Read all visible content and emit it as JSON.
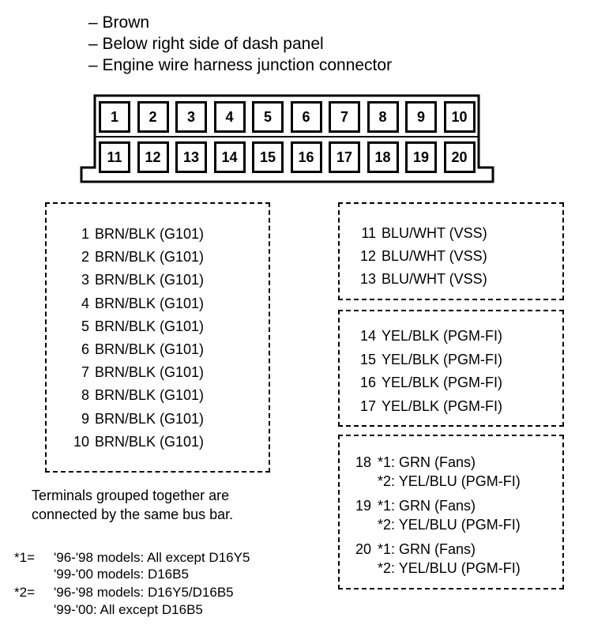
{
  "header": {
    "lines": [
      "– Brown",
      "– Below right side of dash panel",
      "– Engine wire harness junction connector"
    ]
  },
  "connector": {
    "top_row": [
      "1",
      "2",
      "3",
      "4",
      "5",
      "6",
      "7",
      "8",
      "9",
      "10"
    ],
    "bottom_row": [
      "11",
      "12",
      "13",
      "14",
      "15",
      "16",
      "17",
      "18",
      "19",
      "20"
    ]
  },
  "left_box": {
    "rows": [
      {
        "num": "1",
        "text": "BRN/BLK (G101)"
      },
      {
        "num": "2",
        "text": "BRN/BLK (G101)"
      },
      {
        "num": "3",
        "text": "BRN/BLK (G101)"
      },
      {
        "num": "4",
        "text": "BRN/BLK (G101)"
      },
      {
        "num": "5",
        "text": "BRN/BLK (G101)"
      },
      {
        "num": "6",
        "text": "BRN/BLK (G101)"
      },
      {
        "num": "7",
        "text": "BRN/BLK (G101)"
      },
      {
        "num": "8",
        "text": "BRN/BLK (G101)"
      },
      {
        "num": "9",
        "text": "BRN/BLK (G101)"
      },
      {
        "num": "10",
        "text": "BRN/BLK (G101)"
      }
    ]
  },
  "box_vss": {
    "rows": [
      {
        "num": "11",
        "text": "BLU/WHT (VSS)"
      },
      {
        "num": "12",
        "text": "BLU/WHT (VSS)"
      },
      {
        "num": "13",
        "text": "BLU/WHT (VSS)"
      }
    ]
  },
  "box_pgm": {
    "rows": [
      {
        "num": "14",
        "text": "YEL/BLK (PGM-FI)"
      },
      {
        "num": "15",
        "text": "YEL/BLK (PGM-FI)"
      },
      {
        "num": "16",
        "text": "YEL/BLK (PGM-FI)"
      },
      {
        "num": "17",
        "text": "YEL/BLK (PGM-FI)"
      }
    ]
  },
  "box_fans": {
    "groups": [
      {
        "num": "18",
        "line1": "*1: GRN (Fans)",
        "line2": "*2: YEL/BLU (PGM-FI)"
      },
      {
        "num": "19",
        "line1": "*1: GRN (Fans)",
        "line2": "*2: YEL/BLU (PGM-FI)"
      },
      {
        "num": "20",
        "line1": "*1: GRN (Fans)",
        "line2": "*2: YEL/BLU (PGM-FI)"
      }
    ]
  },
  "bus_note": {
    "line1": "Terminals grouped together are",
    "line2": "connected by the same bus bar."
  },
  "footnotes": {
    "f1_mark": "*1=",
    "f1_line1": "'96-'98 models: All except D16Y5",
    "f1_line2": "'99-'00 models: D16B5",
    "f2_mark": "*2=",
    "f2_line1": "'96-'98 models: D16Y5/D16B5",
    "f2_line2": "'99-'00: All except D16B5"
  }
}
